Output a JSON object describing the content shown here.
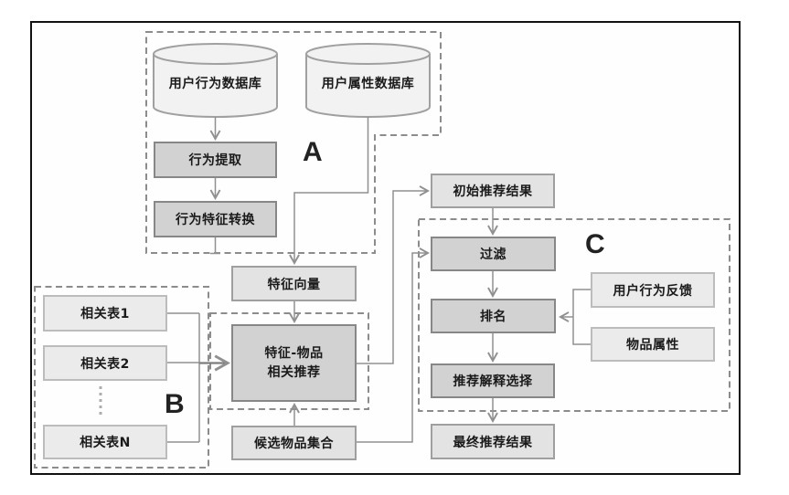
{
  "regions": {
    "a": {
      "label": "A"
    },
    "b": {
      "label": "B"
    },
    "c": {
      "label": "C"
    }
  },
  "nodes": {
    "user_behavior_db": {
      "label": "用户行为数据库",
      "type": "database"
    },
    "user_attribute_db": {
      "label": "用户属性数据库",
      "type": "database"
    },
    "behavior_extraction": {
      "label": "行为提取"
    },
    "behavior_feature_conversion": {
      "label": "行为特征转换"
    },
    "feature_vector": {
      "label": "特征向量"
    },
    "related_table_1": {
      "label": "相关表1"
    },
    "related_table_2": {
      "label": "相关表2"
    },
    "related_table_n": {
      "label": "相关表N"
    },
    "feature_item_recommendation": {
      "label": "特征-物品\n相关推荐"
    },
    "candidate_item_set": {
      "label": "候选物品集合"
    },
    "initial_recommendation_result": {
      "label": "初始推荐结果"
    },
    "filter": {
      "label": "过滤"
    },
    "ranking": {
      "label": "排名"
    },
    "user_behavior_feedback": {
      "label": "用户行为反馈"
    },
    "item_attributes": {
      "label": "物品属性"
    },
    "recommendation_explanation_selection": {
      "label": "推荐解释选择"
    },
    "final_recommendation_result": {
      "label": "最终推荐结果"
    }
  },
  "colors": {
    "frame": "#111111",
    "box_dark_fill": "#d2d2d2",
    "box_dark_border": "#878787",
    "box_mid_fill": "#e3e3e3",
    "box_mid_border": "#9f9f9f",
    "box_light_fill": "#ebebeb",
    "box_light_border": "#bcbcbc",
    "cylinder_fill": "#f2f2f2",
    "cylinder_border": "#a0a0a0",
    "dashed_region": "#8c8c8c",
    "connector": "#909090",
    "text": "#1a1a1a"
  }
}
